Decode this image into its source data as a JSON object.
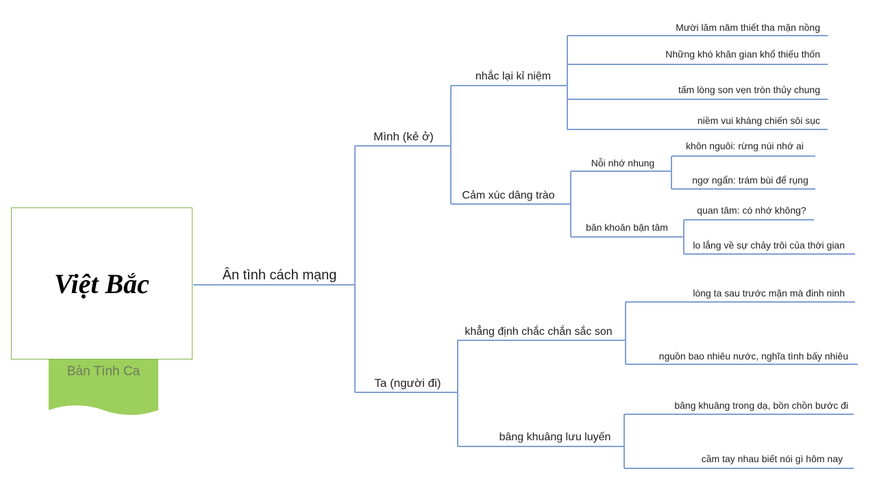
{
  "root": {
    "title": "Việt Bắc",
    "tag": "Bản Tình Ca"
  },
  "colors": {
    "line": "#7f9fd3",
    "root_border": "#7fb24a",
    "tag_fill": "#9ccf5c",
    "tag_text": "#6d7b5a",
    "text": "#1f1f1f"
  },
  "tree": {
    "label": "Ân tình cách mạng",
    "children": [
      {
        "label": "Mình (kẻ ở)",
        "children": [
          {
            "label": "nhắc lại kỉ niệm",
            "children": [
              {
                "label": "Mười lăm năm thiết tha mặn nồng"
              },
              {
                "label": "Những khó khăn gian khổ thiếu thốn"
              },
              {
                "label": "tấm lòng son vẹn tròn thủy chung"
              },
              {
                "label": "niềm vui kháng chiến sôi sục"
              }
            ]
          },
          {
            "label": "Cảm xúc dâng trào",
            "children": [
              {
                "label": "Nỗi nhớ nhung",
                "children": [
                  {
                    "label": "khôn nguôi: rừng núi nhớ ai"
                  },
                  {
                    "label": "ngơ ngẩn: trám bùi để rụng"
                  }
                ]
              },
              {
                "label": "băn khoăn bận tâm",
                "children": [
                  {
                    "label": "quan tâm: có nhớ không?"
                  },
                  {
                    "label": "lo lắng về sự chảy trôi của thời gian"
                  }
                ]
              }
            ]
          }
        ]
      },
      {
        "label": "Ta (người đi)",
        "children": [
          {
            "label": "khẳng định chắc chắn sắc son",
            "children": [
              {
                "label": "lòng ta sau trước mặn mà đinh ninh"
              },
              {
                "label": "nguồn bao nhiêu nước, nghĩa tình bấy nhiêu"
              }
            ]
          },
          {
            "label": "bâng khuâng lưu luyến",
            "children": [
              {
                "label": "bâng khuâng trong dạ, bồn chồn bước đi"
              },
              {
                "label": "cầm tay nhau biết nói gì hôm nay"
              }
            ]
          }
        ]
      }
    ]
  }
}
